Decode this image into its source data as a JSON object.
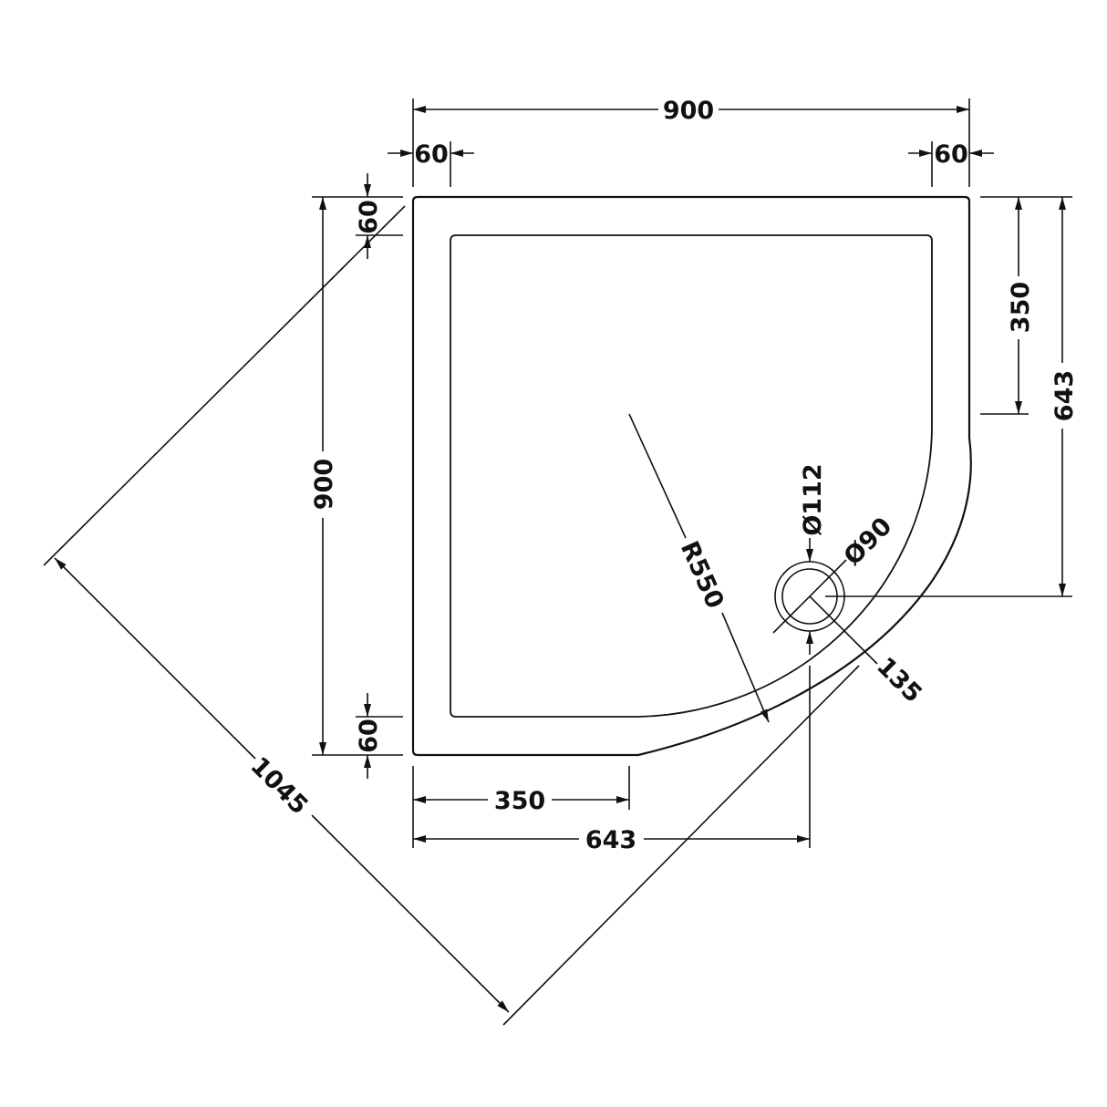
{
  "drawing": {
    "overall_width": "900",
    "overall_depth": "900",
    "rim_left": "60",
    "rim_right": "60",
    "rim_top": "60",
    "rim_bottom": "60",
    "straight_bottom": "350",
    "straight_right": "350",
    "waste_offset_x": "643",
    "waste_offset_y": "643",
    "radius": "R550",
    "diagonal": "1045",
    "waste_outer_dia": "Ø112",
    "waste_inner_dia": "Ø90",
    "waste_to_edge": "135"
  },
  "colors": {
    "line": "#111111",
    "background": "#ffffff"
  }
}
